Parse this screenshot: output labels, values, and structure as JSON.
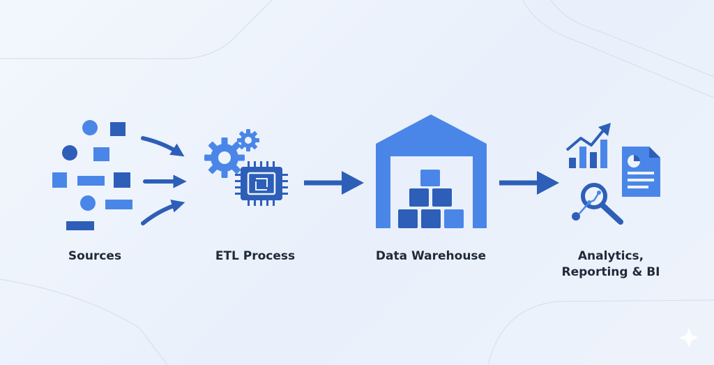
{
  "colors": {
    "primary": "#4a86e8",
    "dark": "#2d5fb8",
    "light": "#6a9ef0",
    "text": "#1f2a3a",
    "background": "#eef3fb"
  },
  "stages": [
    {
      "id": "sources",
      "label": "Sources",
      "icon": "scattered-shapes-icon"
    },
    {
      "id": "etl",
      "label": "ETL Process",
      "icon": "gears-chip-icon"
    },
    {
      "id": "warehouse",
      "label": "Data Warehouse",
      "icon": "warehouse-icon"
    },
    {
      "id": "analytics",
      "label_line1": "Analytics,",
      "label_line2": "Reporting & BI",
      "icon": "analytics-icons"
    }
  ],
  "flow": [
    "Sources",
    "ETL Process",
    "Data Warehouse",
    "Analytics, Reporting & BI"
  ]
}
